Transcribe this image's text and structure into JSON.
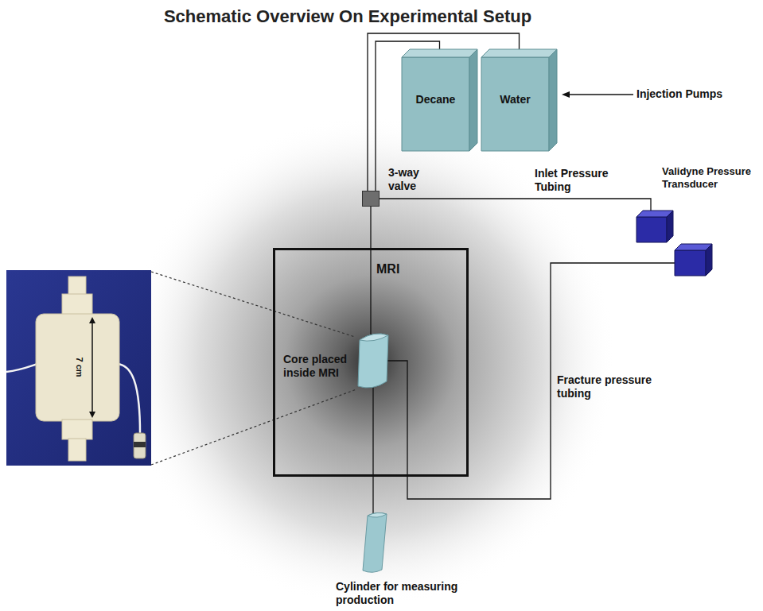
{
  "diagram": {
    "title": "Schematic Overview On Experimental Setup",
    "nodes": [
      {
        "text": [
          "Decane"
        ]
      },
      {
        "text": [
          "Water"
        ]
      },
      {
        "text": [
          "3-way valve"
        ]
      },
      {
        "text": [
          "Validyne Pressure Transducer"
        ]
      },
      {
        "text": [
          "MRI"
        ]
      },
      {
        "text": [
          "Core placed inside MRI"
        ],
        "in": 4
      },
      {
        "text": [
          "Cylinder for measuring production"
        ]
      }
    ],
    "edges": [
      {
        "from": 0,
        "to": 2,
        "arrow": "none"
      },
      {
        "from": 1,
        "to": 2,
        "arrow": "none"
      },
      {
        "from": 2,
        "to": 5,
        "arrow": "none"
      },
      {
        "from": 2,
        "to": 3,
        "label": "Inlet Pressure Tubing",
        "arrow": "none"
      },
      {
        "from": 5,
        "to": 3,
        "label": "Fracture pressure tubing",
        "arrow": "none"
      },
      {
        "from": 5,
        "to": 6,
        "arrow": "none"
      }
    ],
    "labels": [
      "Injection Pumps",
      "7 cm"
    ]
  }
}
